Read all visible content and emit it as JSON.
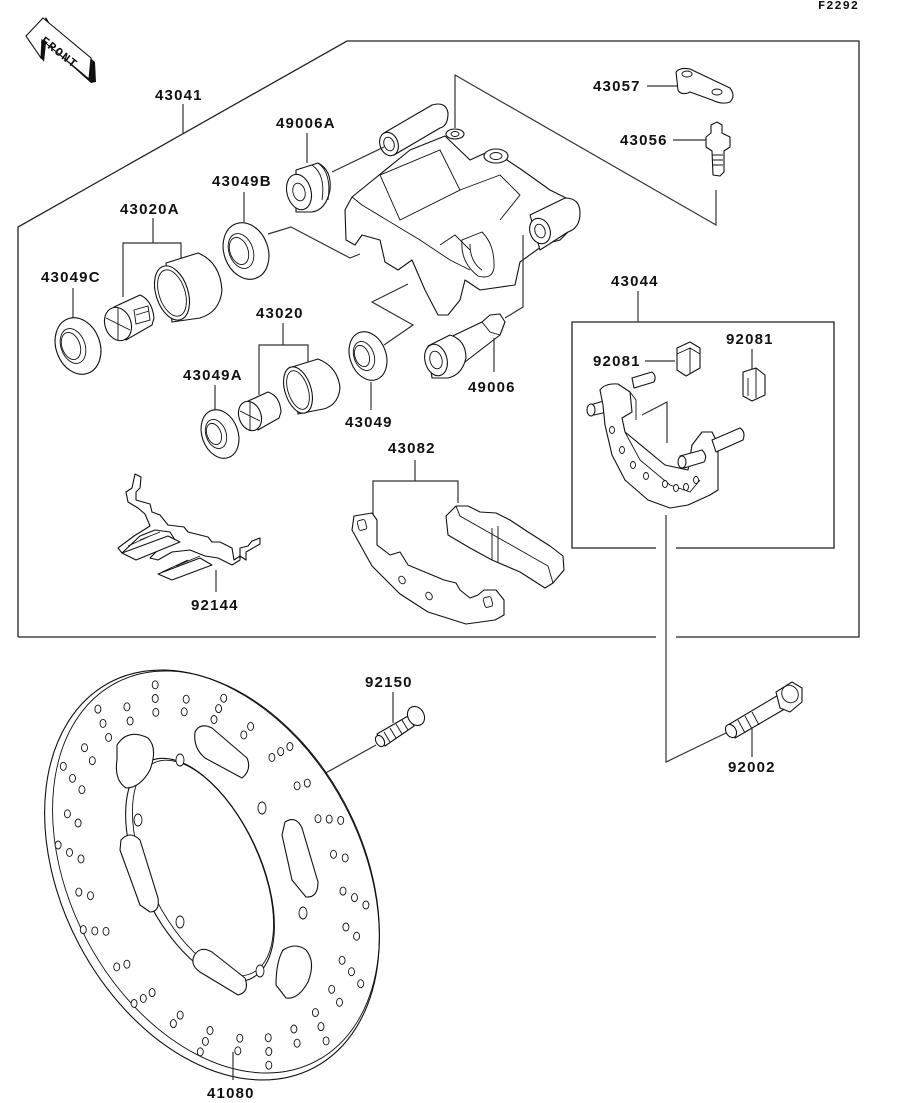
{
  "figure_id": "F2292",
  "orientation_badge": {
    "label": "FRONT",
    "icon": "front-arrow-icon"
  },
  "frames": {
    "caliper_assembly": {
      "part_number": "43041"
    },
    "bracket_assembly": {
      "part_number": "43044"
    }
  },
  "parts": [
    {
      "id": "43041",
      "label": "43041",
      "description": "caliper assembly"
    },
    {
      "id": "49006A",
      "label": "49006A",
      "description": "boot (upper)"
    },
    {
      "id": "43049B",
      "label": "43049B",
      "description": "seal"
    },
    {
      "id": "43020A",
      "label": "43020A",
      "description": "piston set"
    },
    {
      "id": "43049C",
      "label": "43049C",
      "description": "seal"
    },
    {
      "id": "43020",
      "label": "43020",
      "description": "piston set"
    },
    {
      "id": "43049A",
      "label": "43049A",
      "description": "seal"
    },
    {
      "id": "43049",
      "label": "43049",
      "description": "seal"
    },
    {
      "id": "49006",
      "label": "49006",
      "description": "boot / pin"
    },
    {
      "id": "43057",
      "label": "43057",
      "description": "bleeder cap plate"
    },
    {
      "id": "43056",
      "label": "43056",
      "description": "bleeder valve"
    },
    {
      "id": "43044",
      "label": "43044",
      "description": "caliper bracket"
    },
    {
      "id": "92081a",
      "label": "92081",
      "description": "spring clip"
    },
    {
      "id": "92081b",
      "label": "92081",
      "description": "spring clip"
    },
    {
      "id": "43082",
      "label": "43082",
      "description": "brake pad set"
    },
    {
      "id": "92144",
      "label": "92144",
      "description": "pad spring"
    },
    {
      "id": "92150",
      "label": "92150",
      "description": "disc bolt"
    },
    {
      "id": "92002",
      "label": "92002",
      "description": "caliper bolt"
    },
    {
      "id": "41080",
      "label": "41080",
      "description": "brake disc"
    }
  ]
}
